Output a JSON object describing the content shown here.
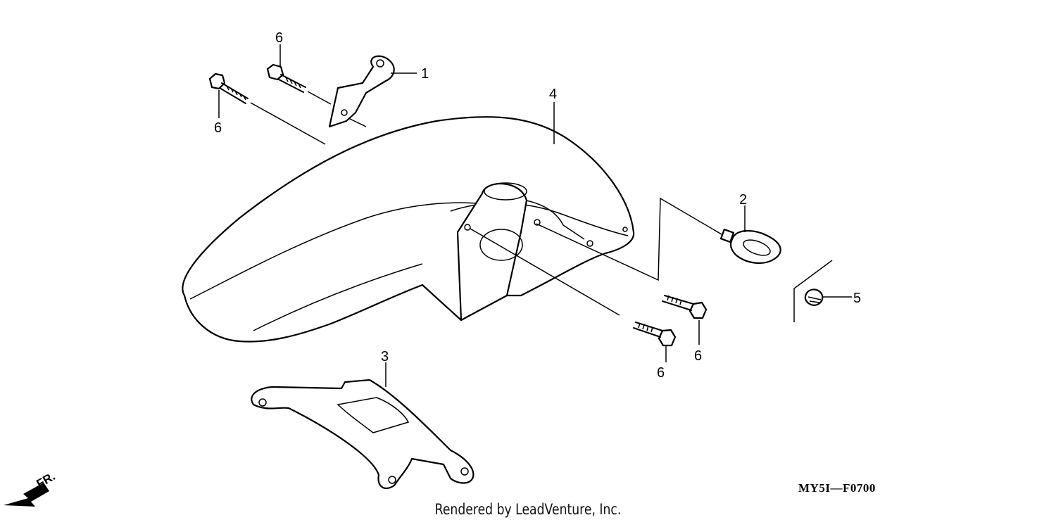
{
  "diagram": {
    "callouts": [
      {
        "id": "1",
        "label": "1"
      },
      {
        "id": "2",
        "label": "2"
      },
      {
        "id": "3",
        "label": "3"
      },
      {
        "id": "4",
        "label": "4"
      },
      {
        "id": "5",
        "label": "5"
      },
      {
        "id": "6a",
        "label": "6"
      },
      {
        "id": "6b",
        "label": "6"
      },
      {
        "id": "6c",
        "label": "6"
      },
      {
        "id": "6d",
        "label": "6"
      }
    ],
    "diagram_code": "MY5I—F0700",
    "direction_label": "FR.",
    "footer": "Rendered by LeadVenture, Inc."
  }
}
